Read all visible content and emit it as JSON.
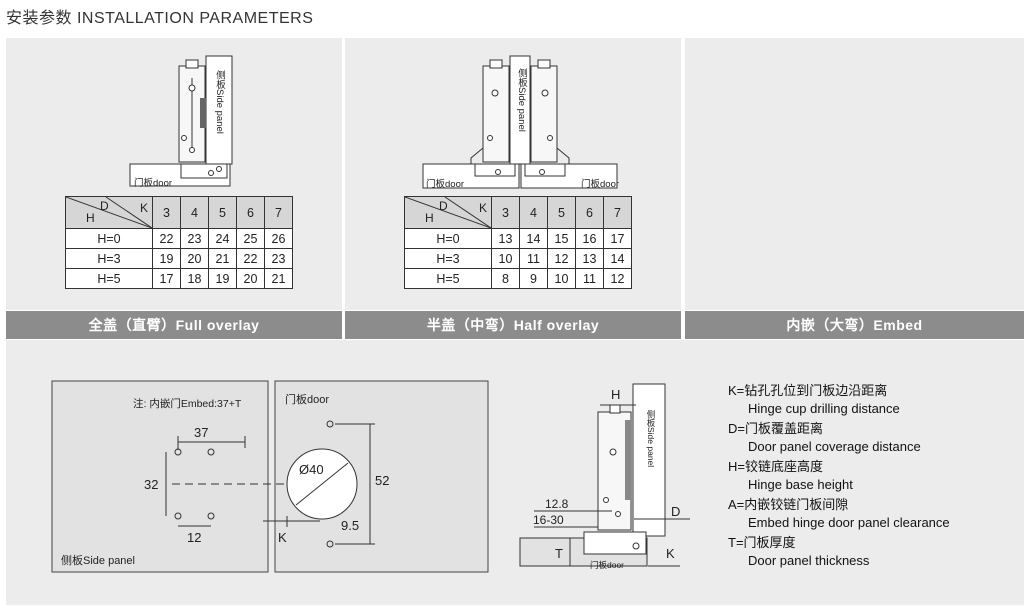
{
  "page_title": "安装参数  INSTALLATION PARAMETERS",
  "labels": {
    "door": "门板door",
    "side_panel_vertical": "侧板Side panel",
    "side_panel": "侧板Side panel",
    "note": "注: 内嵌门Embed:37+T",
    "dim_37": "37",
    "dim_32": "32",
    "dim_12": "12",
    "dim_40": "Ø40",
    "dim_52": "52",
    "dim_9_5": "9.5",
    "k": "K",
    "h": "H",
    "d": "D",
    "t": "T",
    "dim_12_8": "12.8",
    "dim_16_30": "16-30"
  },
  "table_header": {
    "d": "D",
    "k": "K",
    "h": "H"
  },
  "tables": {
    "full": {
      "cols": [
        "3",
        "4",
        "5",
        "6",
        "7"
      ],
      "rows": [
        {
          "label": "H=0",
          "values": [
            "22",
            "23",
            "24",
            "25",
            "26"
          ]
        },
        {
          "label": "H=3",
          "values": [
            "19",
            "20",
            "21",
            "22",
            "23"
          ]
        },
        {
          "label": "H=5",
          "values": [
            "17",
            "18",
            "19",
            "20",
            "21"
          ]
        }
      ]
    },
    "half": {
      "cols": [
        "3",
        "4",
        "5",
        "6",
        "7"
      ],
      "rows": [
        {
          "label": "H=0",
          "values": [
            "13",
            "14",
            "15",
            "16",
            "17"
          ]
        },
        {
          "label": "H=3",
          "values": [
            "10",
            "11",
            "12",
            "13",
            "14"
          ]
        },
        {
          "label": "H=5",
          "values": [
            "8",
            "9",
            "10",
            "11",
            "12"
          ]
        }
      ]
    }
  },
  "categories": {
    "full": "全盖（直臂）Full overlay",
    "half": "半盖（中弯）Half overlay",
    "embed": "内嵌（大弯）Embed"
  },
  "legend": [
    {
      "cn": "K=钻孔孔位到门板边沿距离",
      "en": "Hinge cup drilling distance"
    },
    {
      "cn": "D=门板覆盖距离",
      "en": "Door panel coverage distance"
    },
    {
      "cn": "H=铰链底座高度",
      "en": "Hinge base height"
    },
    {
      "cn": "A=内嵌铰链门板间隙",
      "en": "Embed hinge door panel clearance"
    },
    {
      "cn": "T=门板厚度",
      "en": "Door panel thickness"
    }
  ],
  "colors": {
    "panel_bg": "#ececec",
    "bar_bg": "#8c8c8c",
    "table_head_bg": "#d6d6d6"
  }
}
